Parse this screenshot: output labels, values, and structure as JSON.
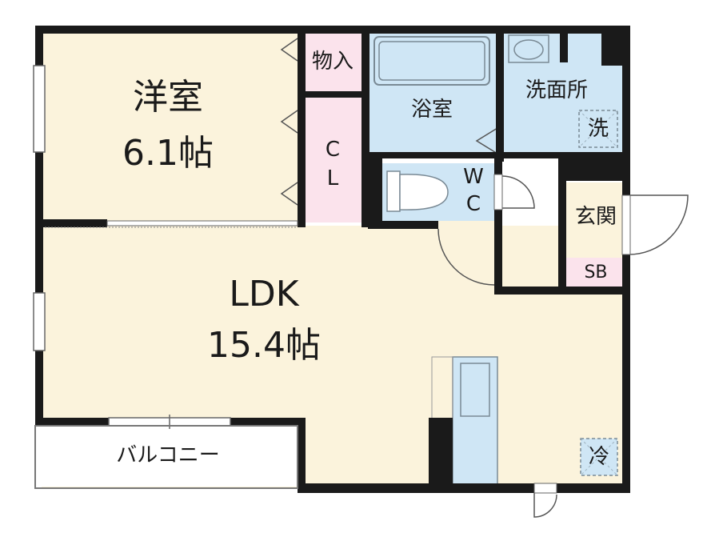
{
  "rooms": {
    "western": {
      "name": "洋室",
      "size": "6.1帖"
    },
    "ldk": {
      "name": "LDK",
      "size": "15.4帖"
    },
    "storage": {
      "name": "物入"
    },
    "closet": {
      "line1": "C",
      "line2": "L"
    },
    "bath": {
      "name": "浴室"
    },
    "washroom": {
      "name": "洗面所"
    },
    "wc": {
      "line1": "W",
      "line2": "C"
    },
    "entrance": {
      "name": "玄関"
    },
    "shoebox": {
      "name": "SB"
    },
    "balcony": {
      "name": "バルコニー"
    }
  },
  "appliances": {
    "washer_space": "洗",
    "fridge_space": "冷"
  },
  "colors": {
    "wall": "#1a1a1a",
    "living_floor": "#fbf3dc",
    "wet_area": "#cfe6f5",
    "storage": "#fbe3ec",
    "balcony": "#ffffff"
  }
}
